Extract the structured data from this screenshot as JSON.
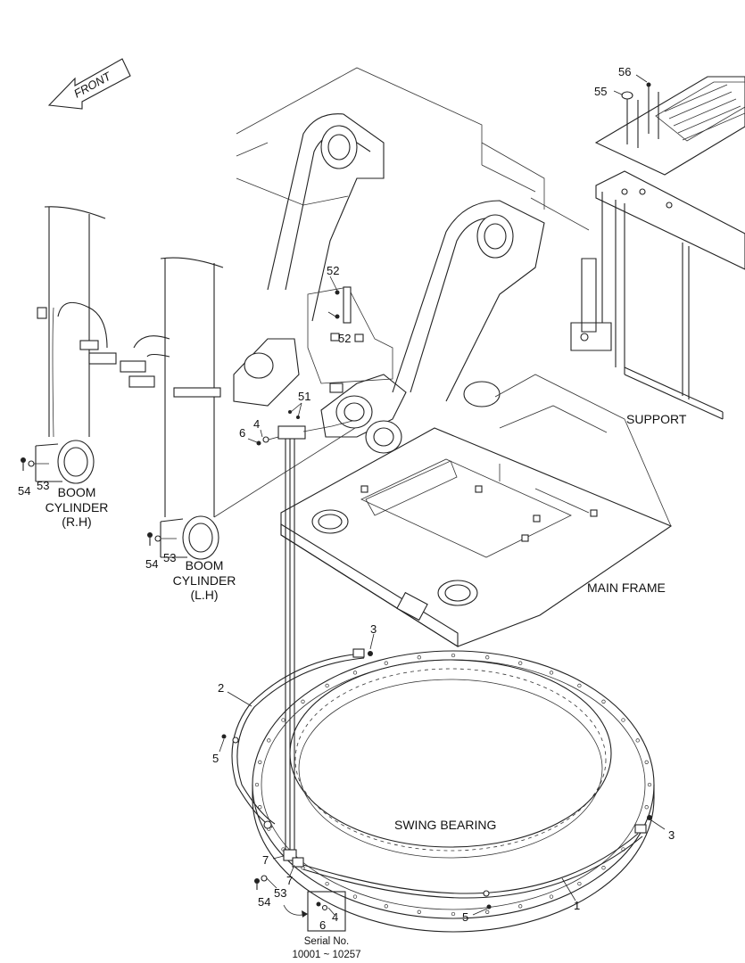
{
  "orientation": {
    "front_label": "FRONT"
  },
  "assemblies": {
    "support": "SUPPORT",
    "main_frame": "MAIN FRAME",
    "swing_bearing": "SWING BEARING",
    "boom_cylinder_rh": {
      "line1": "BOOM",
      "line2": "CYLINDER",
      "line3": "(R.H)"
    },
    "boom_cylinder_lh": {
      "line1": "BOOM",
      "line2": "CYLINDER",
      "line3": "(L.H)"
    }
  },
  "callouts": {
    "p56": "56",
    "p55": "55",
    "p52a": "52",
    "p52b": "52",
    "p51": "51",
    "p4a": "4",
    "p6a": "6",
    "p54a": "54",
    "p53a": "53",
    "p54b": "54",
    "p53b": "53",
    "p3a": "3",
    "p2": "2",
    "p5a": "5",
    "p3b": "3",
    "p7a": "7",
    "p7b": "7",
    "p53c": "53",
    "p54c": "54",
    "p6b": "6",
    "p4b": "4",
    "p5b": "5",
    "p1": "1"
  },
  "serial": {
    "title": "Serial No.",
    "range": "10001 ~ 10257"
  }
}
